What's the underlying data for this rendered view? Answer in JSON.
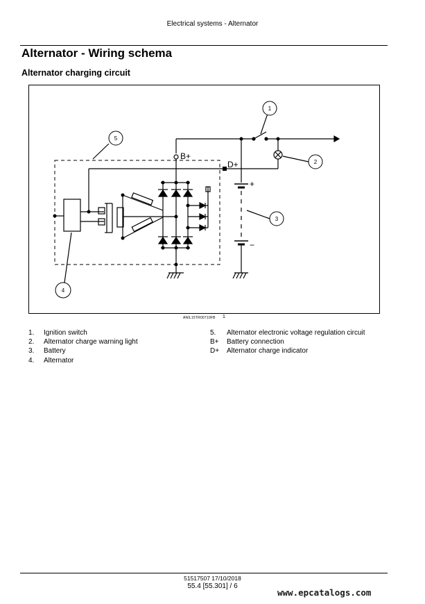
{
  "page": {
    "running_header": "Electrical systems - Alternator",
    "title": "Alternator - Wiring schema",
    "subtitle": "Alternator charging circuit"
  },
  "figure": {
    "id": "ANIL15TR00710FB",
    "number": "1",
    "labels": {
      "b_plus": "B+",
      "d_plus": "D+",
      "plus": "+",
      "minus": "−",
      "callouts": [
        "1",
        "2",
        "3",
        "4",
        "5"
      ]
    }
  },
  "legend": {
    "left": [
      {
        "key": "1.",
        "text": "Ignition switch"
      },
      {
        "key": "2.",
        "text": "Alternator charge warning light"
      },
      {
        "key": "3.",
        "text": "Battery"
      },
      {
        "key": "4.",
        "text": "Alternator"
      }
    ],
    "right": [
      {
        "key": "5.",
        "text": "Alternator electronic voltage regulation circuit"
      },
      {
        "key": "B+",
        "text": "Battery connection"
      },
      {
        "key": "D+",
        "text": "Alternator charge indicator"
      }
    ]
  },
  "footer": {
    "doc_ref": "51517507 17/10/2018",
    "page_ref": "55.4 [55.301] / 6"
  },
  "watermark": "www.epcatalogs.com"
}
